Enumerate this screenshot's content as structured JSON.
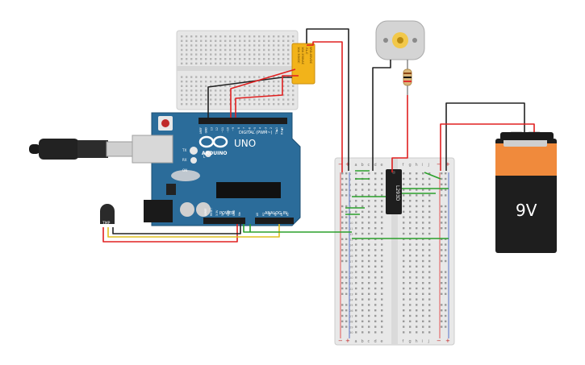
{
  "arduino": {
    "brand": "ARDUINO",
    "model": "UNO",
    "digital_label": "DIGITAL (PWM~)",
    "power_label": "POWER",
    "analog_label": "ANALOG IN",
    "tx_label": "TX",
    "rx_label": "RX",
    "l_label": "L",
    "on_label": "ON",
    "pin_labels_digital": [
      "AREF",
      "GND",
      "13",
      "12",
      "~11",
      "~10",
      "~9",
      "8",
      "7",
      "~6",
      "~5",
      "4",
      "~3",
      "2",
      "TX▶1",
      "RX◀0"
    ],
    "pin_labels_power": [
      "IOREF",
      "RESET",
      "3.3V",
      "5V",
      "GND",
      "GND",
      "Vin"
    ],
    "pin_labels_analog": [
      "A0",
      "A1",
      "A2",
      "A3",
      "A4",
      "A5"
    ]
  },
  "chip": {
    "label": "L293D"
  },
  "sensor": {
    "label": "TMP"
  },
  "battery": {
    "label": "9V"
  },
  "relay": {
    "text_lines": [
      "SRD-05VDC",
      "-SL-C",
      "10A 250VAC",
      "10A 30VDC"
    ]
  },
  "breadboard": {
    "column_letters_left": [
      "a",
      "b",
      "c",
      "d",
      "e"
    ],
    "column_letters_right": [
      "f",
      "g",
      "h",
      "i",
      "j"
    ],
    "row_numbers": [
      "1",
      "2",
      "3",
      "4",
      "5",
      "6",
      "7",
      "8",
      "9",
      "10",
      "11",
      "12",
      "13",
      "14",
      "15",
      "16",
      "17",
      "18",
      "19",
      "20",
      "21",
      "22",
      "23",
      "24",
      "25",
      "26",
      "27",
      "28",
      "29",
      "30"
    ],
    "rail_minus": "−",
    "rail_plus": "+"
  },
  "colors": {
    "board": "#2b6c9a",
    "breadboard": "#e8e8e8",
    "wire_red": "#e02020",
    "wire_black": "#222222",
    "wire_green": "#2aa02a",
    "wire_yellow": "#e0c020",
    "battery_orange": "#f08a3c",
    "battery_black": "#1e1e1e",
    "relay": "#f2b31a"
  }
}
